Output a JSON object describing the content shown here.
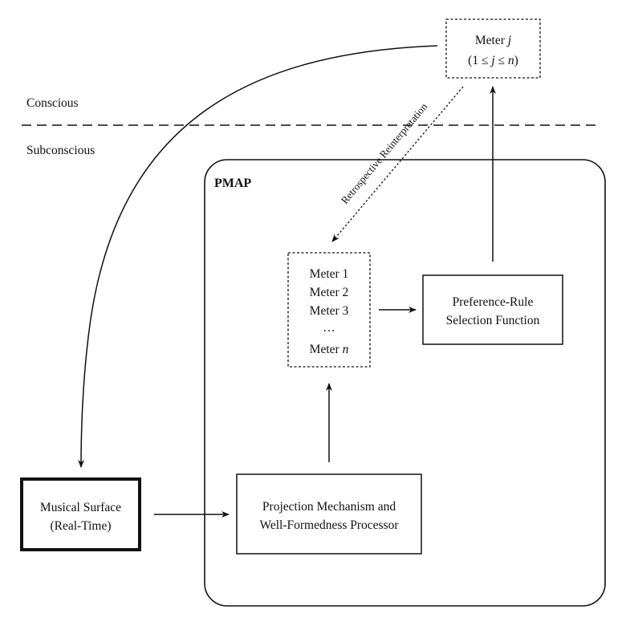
{
  "diagram": {
    "zones": {
      "upper_label": "Conscious",
      "lower_label": "Subconscious"
    },
    "pmap": {
      "title": "PMAP"
    },
    "nodes": {
      "meter_j": {
        "line1_prefix": "Meter ",
        "line1_var": "j",
        "line2_open": "(1 ≤ ",
        "line2_var1": "j",
        "line2_mid": " ≤ ",
        "line2_var2": "n",
        "line2_close": ")"
      },
      "meter_list": {
        "items": [
          "Meter 1",
          "Meter 2",
          "Meter 3",
          "…"
        ],
        "last_prefix": "Meter ",
        "last_var": "n"
      },
      "preference": {
        "line1": "Preference-Rule",
        "line2": "Selection Function"
      },
      "musical_surface": {
        "line1": "Musical Surface",
        "line2": "(Real-Time)"
      },
      "projection": {
        "line1": "Projection Mechanism and",
        "line2": "Well-Formedness Processor"
      }
    },
    "edges": {
      "retrospective_label": "Retrospective Reinterpretation"
    },
    "colors": {
      "stroke": "#111111",
      "background": "#ffffff"
    }
  }
}
